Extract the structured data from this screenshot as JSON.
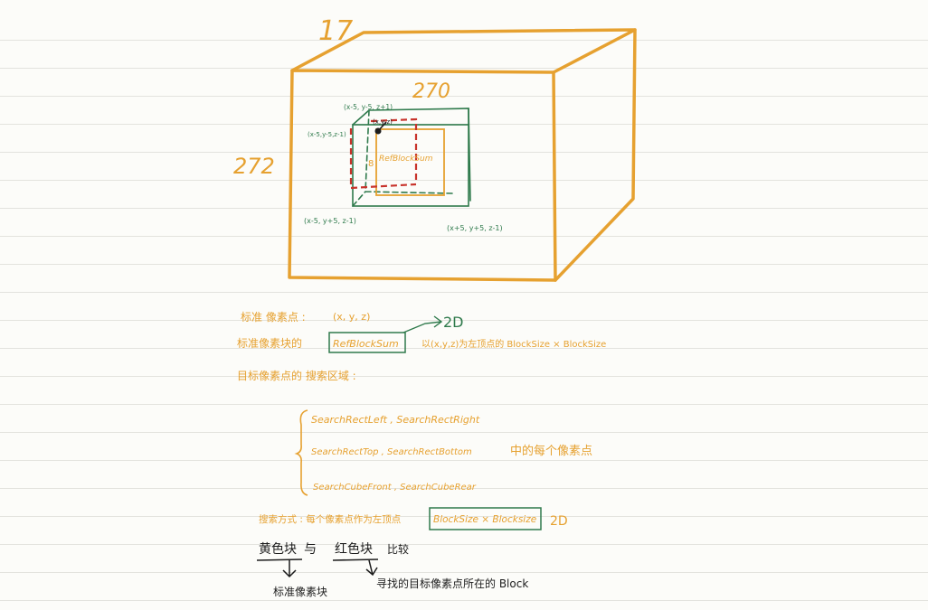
{
  "colors": {
    "orange": "#e6a130",
    "green": "#2f7a4c",
    "red": "#c8332b",
    "ink": "#1c1c1c",
    "rule": "#e3e3de"
  },
  "cube": {
    "depth_label": "17",
    "width_label": "270",
    "height_label": "272"
  },
  "coords": {
    "top_back": "(x-5, y-5, z+1)",
    "left_mid": "(x-5,y-5,z-1)",
    "point": "(x,y,z)",
    "bottom_left": "(x-5, y+5, z-1)",
    "bottom_right": "(x+5, y+5, z-1)"
  },
  "inner": {
    "label": "RefBlockSum",
    "side_mark": "8"
  },
  "notes": {
    "line1_label": "标准 像素点 :",
    "line1_value": "(x, y, z)",
    "arrow_2d_a": "2D",
    "line2_label": "标准像素块的",
    "line2_box": "RefBlockSum",
    "line2_rest": "以(x,y,z)为左顶点的 BlockSize × BlockSize",
    "line3": "目标像素点的 搜索区域 :",
    "search_rows": [
      "SearchRectLeft , SearchRectRight",
      "SearchRectTop , SearchRectBottom",
      "SearchCubeFront , SearchCubeRear"
    ],
    "search_suffix": "中的每个像素点",
    "method_label": "搜索方式 : 每个像素点作为左顶点",
    "method_box": "BlockSize × Blocksize",
    "arrow_2d_b": "2D",
    "compare_a": "黄色块",
    "compare_mid": "与",
    "compare_b": "红色块",
    "compare_tail": "比较",
    "under_a": "标准像素块",
    "under_b": "寻找的目标像素点所在的 Block"
  }
}
